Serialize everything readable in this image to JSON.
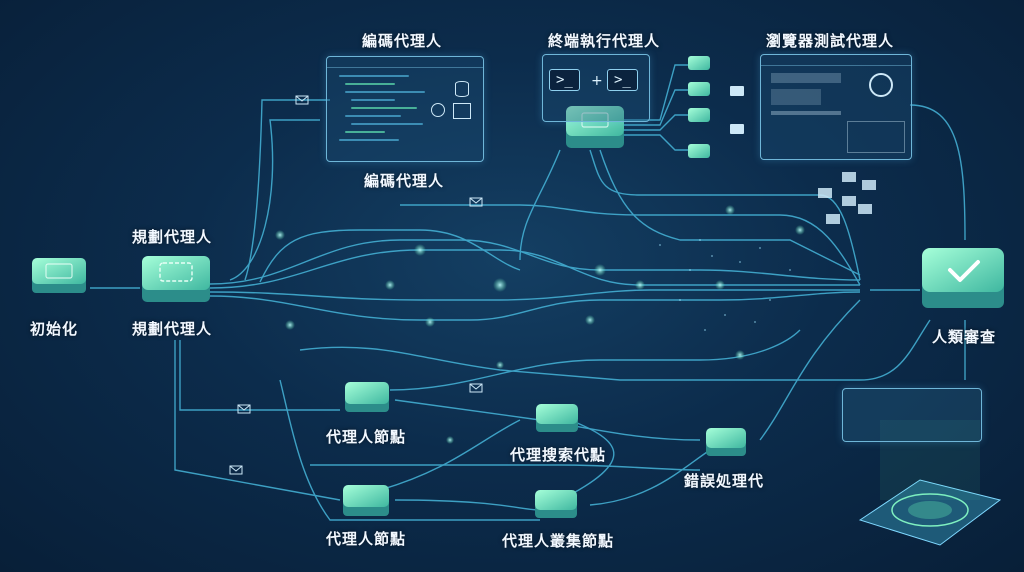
{
  "labels": {
    "start": "初始化",
    "planner_top": "規劃代理人",
    "planner_bottom": "規劃代理人",
    "coder_top": "編碼代理人",
    "coder_bottom": "編碼代理人",
    "terminal": "終端執行代理人",
    "browser": "瀏覽器測試代理人",
    "human_review": "人類審查",
    "agent_node_1": "代理人節點",
    "agent_node_2": "代理人節點",
    "search_agent": "代理搜索代點",
    "error_handler": "錯誤処理代",
    "cluster_node": "代理人叢集節點"
  },
  "terminal": {
    "prompt_1": ">_",
    "plus": "+",
    "prompt_2": ">_"
  },
  "colors": {
    "accent": "#5fe3b0",
    "line": "#46b5d9",
    "node_top": "#7ff0c0",
    "node_side": "#2c8d8a"
  },
  "icons": {
    "review": "check-icon",
    "browser_logo": "browser-icon",
    "database": "database-icon",
    "network": "network-icon",
    "message": "envelope-icon",
    "terminal": "terminal-icon"
  }
}
